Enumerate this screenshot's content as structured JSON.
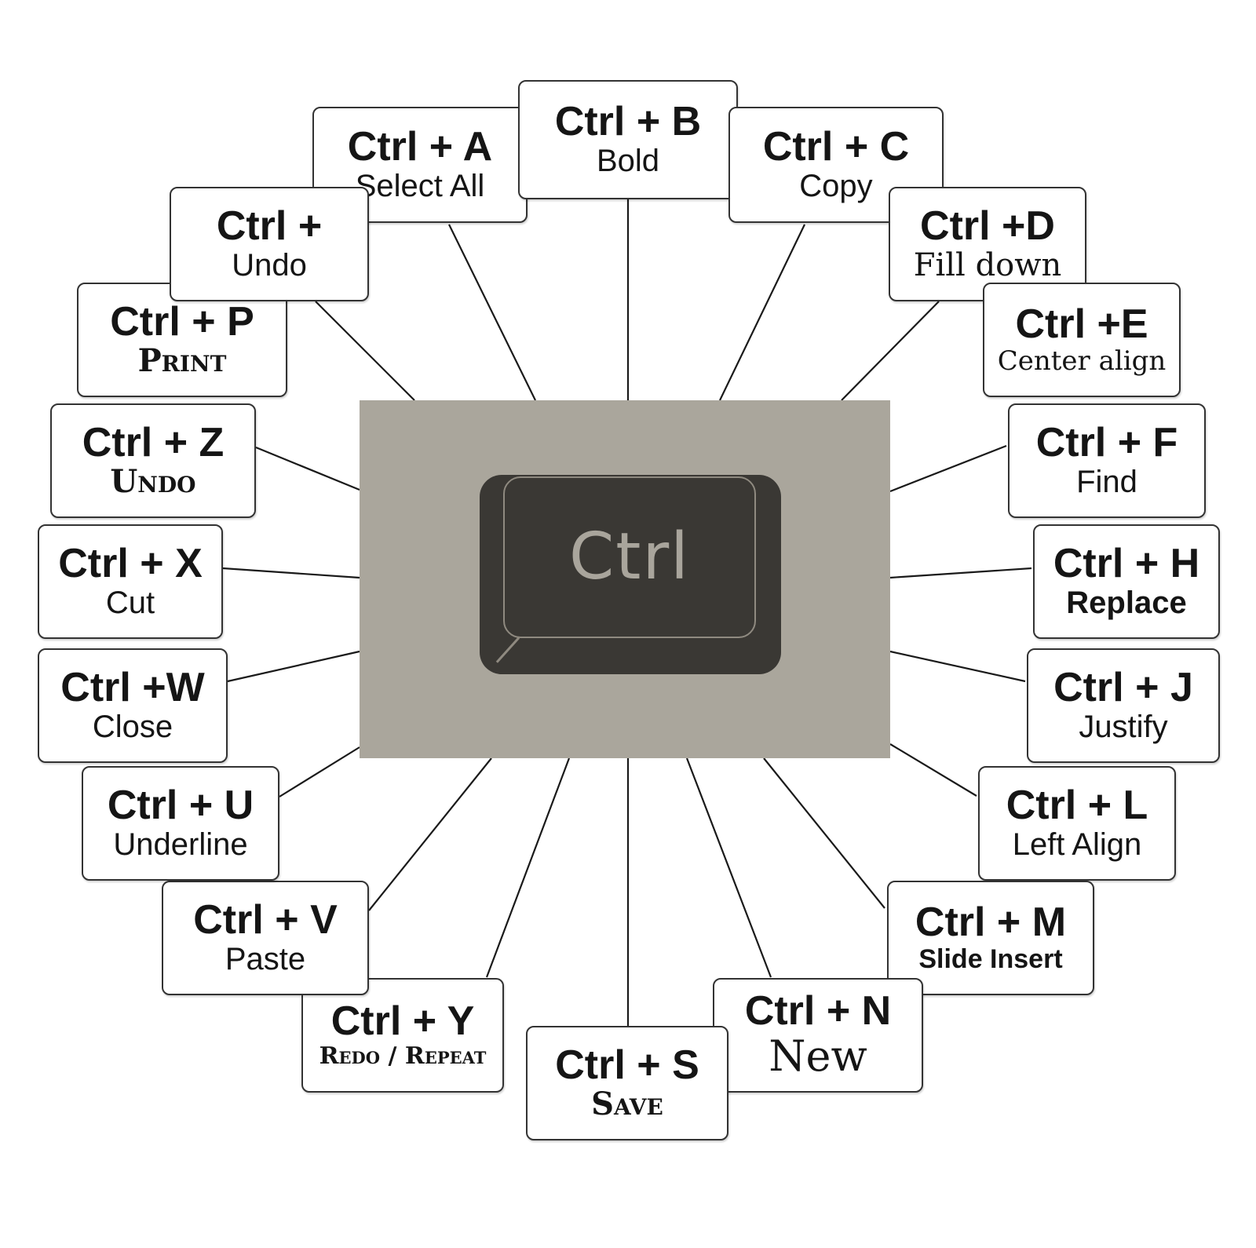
{
  "center_key": {
    "label": "Ctrl",
    "panel_color": "#aaa69c",
    "key_color": "#3a3834",
    "label_color": "#a9a59c"
  },
  "shortcuts": [
    {
      "id": "a",
      "keys": "Ctrl + A",
      "action": "Select All"
    },
    {
      "id": "b",
      "keys": "Ctrl + B",
      "action": "Bold"
    },
    {
      "id": "c",
      "keys": "Ctrl + C",
      "action": "Copy"
    },
    {
      "id": "d",
      "keys": "Ctrl +D",
      "action": "Fill down"
    },
    {
      "id": "e",
      "keys": "Ctrl +E",
      "action": "Center align"
    },
    {
      "id": "f",
      "keys": "Ctrl + F",
      "action": "Find"
    },
    {
      "id": "h",
      "keys": "Ctrl + H",
      "action": "Replace"
    },
    {
      "id": "j",
      "keys": "Ctrl + J",
      "action": "Justify"
    },
    {
      "id": "l",
      "keys": "Ctrl + L",
      "action": "Left Align"
    },
    {
      "id": "m",
      "keys": "Ctrl + M",
      "action": "Slide Insert"
    },
    {
      "id": "n",
      "keys": "Ctrl + N",
      "action": "New"
    },
    {
      "id": "s",
      "keys": "Ctrl + S",
      "action": "Save"
    },
    {
      "id": "y",
      "keys": "Ctrl + Y",
      "action": "Redo / Repeat"
    },
    {
      "id": "v",
      "keys": "Ctrl + V",
      "action": "Paste"
    },
    {
      "id": "u",
      "keys": "Ctrl + U",
      "action": "Underline"
    },
    {
      "id": "w",
      "keys": "Ctrl +W",
      "action": "Close"
    },
    {
      "id": "x",
      "keys": "Ctrl + X",
      "action": "Cut"
    },
    {
      "id": "z",
      "keys": "Ctrl + Z",
      "action": "Undo"
    },
    {
      "id": "p",
      "keys": "Ctrl + P",
      "action": "Print"
    },
    {
      "id": "undo2",
      "keys": "Ctrl +",
      "action": "Undo"
    }
  ]
}
